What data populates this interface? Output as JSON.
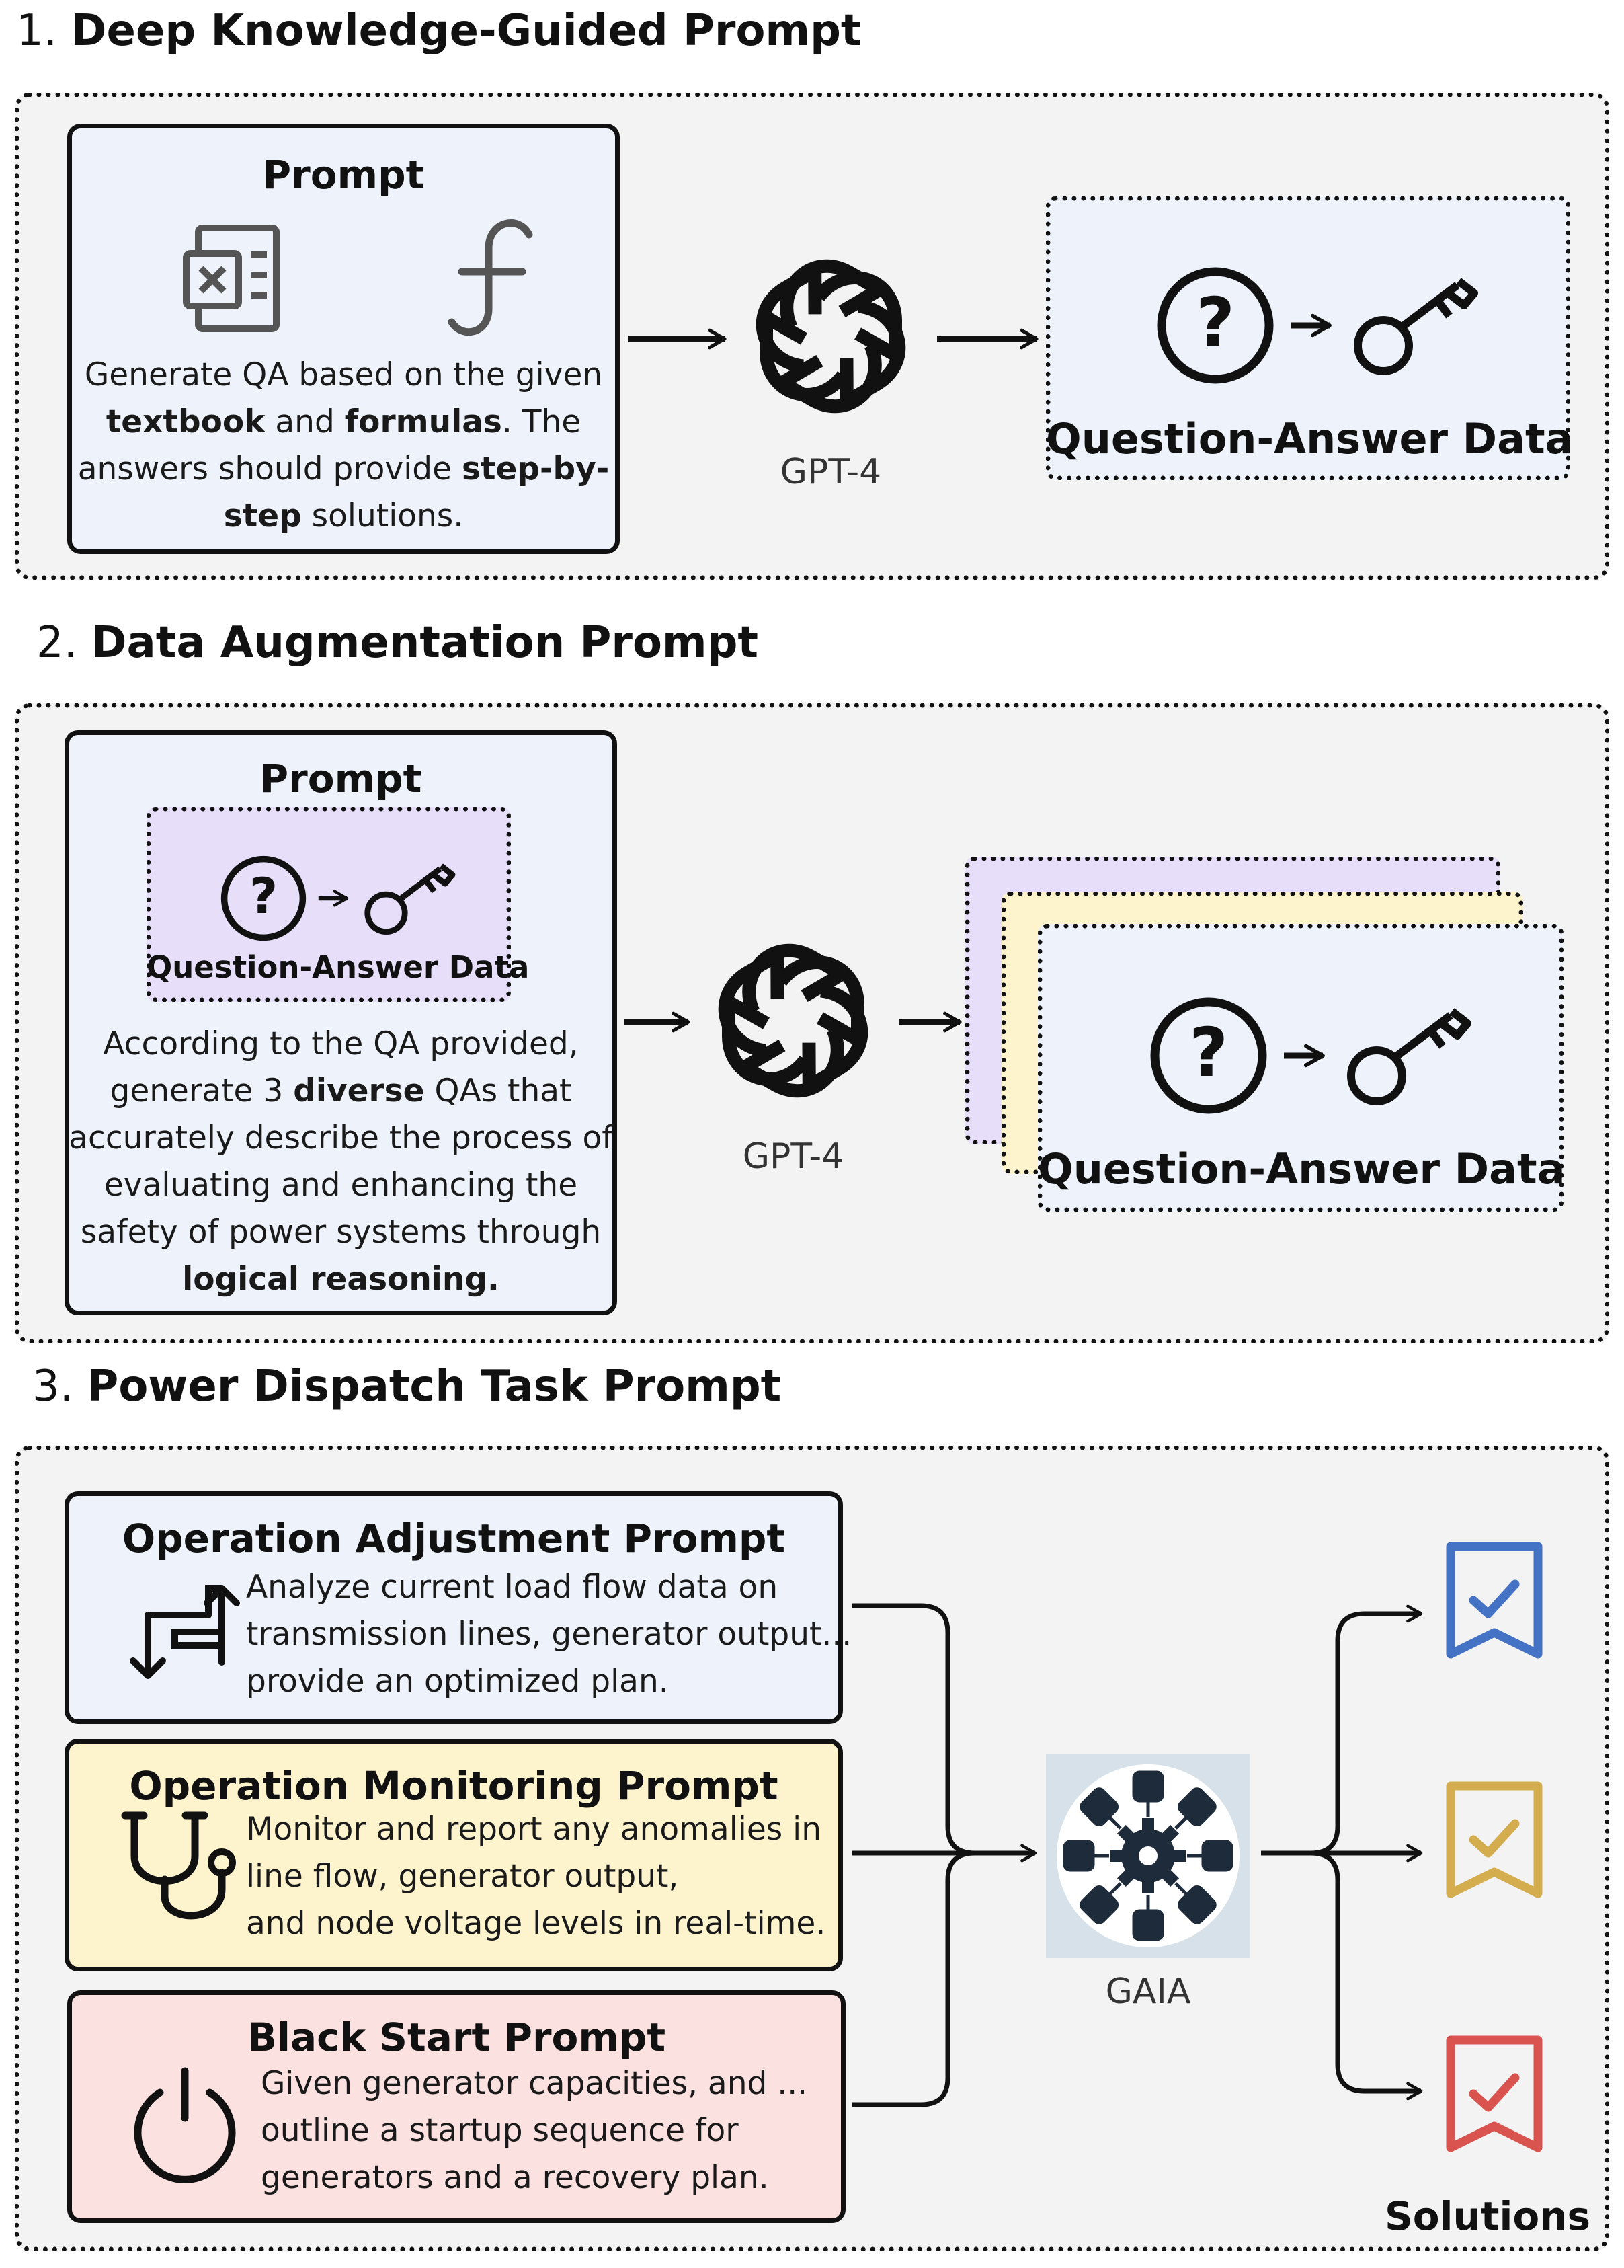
{
  "sections": [
    {
      "number": "1.",
      "title": "Deep Knowledge-Guided Prompt"
    },
    {
      "number": "2.",
      "title": "Data Augmentation Prompt"
    },
    {
      "number": "3.",
      "title": "Power Dispatch Task Prompt"
    }
  ],
  "s1": {
    "prompt_heading": "Prompt",
    "line1": "Generate QA based on the given",
    "line2_b1": "textbook",
    "line2_t1": " and ",
    "line2_b2": "formulas",
    "line2_t2": ". The",
    "line3_t": "answers should provide ",
    "line3_b": "step-by-",
    "line4_b": "step",
    "line4_t": " solutions.",
    "model_label": "GPT-4",
    "output_label": "Question-Answer Data"
  },
  "s2": {
    "prompt_heading": "Prompt",
    "inner_label": "Question-Answer Data",
    "line1": "According to the QA provided,",
    "line2_t1": "generate 3 ",
    "line2_b": "diverse",
    "line2_t2": " QAs that",
    "line3": "accurately describe the process of",
    "line4": "evaluating and enhancing the",
    "line5": "safety of power systems through",
    "line6_b": "logical reasoning.",
    "model_label": "GPT-4",
    "output_label": "Question-Answer Data"
  },
  "s3": {
    "tasks": [
      {
        "title": "Operation Adjustment Prompt",
        "lines": [
          "Analyze current load flow data on",
          "transmission lines, generator output...",
          "provide an optimized plan."
        ]
      },
      {
        "title": "Operation Monitoring Prompt",
        "lines": [
          "Monitor and report any anomalies in",
          "line flow, generator output,",
          "and node voltage levels in real-time."
        ]
      },
      {
        "title": "Black Start Prompt",
        "lines": [
          "Given generator capacities, and ...",
          "outline a startup sequence for",
          "generators and a recovery plan."
        ]
      }
    ],
    "agent_label": "GAIA",
    "solutions_label": "Solutions"
  },
  "colors": {
    "blue_card": "#eef3fb",
    "yellow_card": "#fdf3cd",
    "pink_card": "#fce1e1",
    "purple_card": "#e7defa",
    "bookmark_blue": "#4472c4",
    "bookmark_yellow": "#d4ad4f",
    "bookmark_red": "#d9534f"
  },
  "icons": [
    "excel-doc-icon",
    "function-icon",
    "openai-logo-icon",
    "question-icon",
    "key-icon",
    "flow-arrows-icon",
    "stethoscope-icon",
    "power-icon",
    "gaia-gear-icon",
    "bookmark-check-icon"
  ]
}
